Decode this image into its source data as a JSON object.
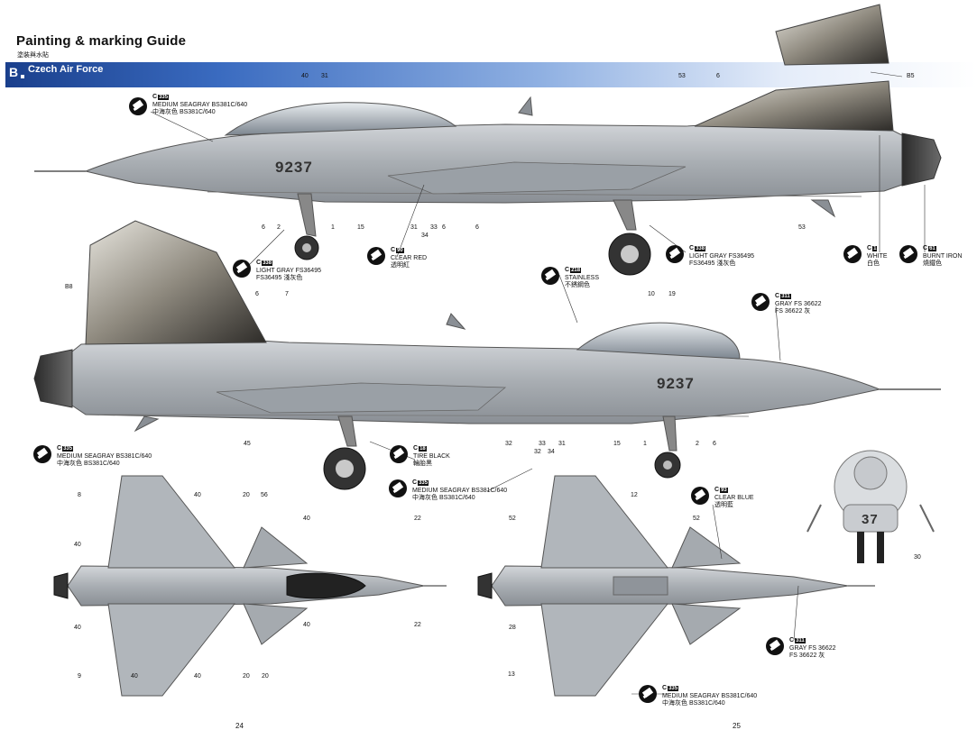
{
  "header": {
    "title": "Painting & marking Guide",
    "subtitle": "塗裝與水貼",
    "section_letter": "B",
    "section_name": "Czech Air Force"
  },
  "tail_numbers": {
    "side_top": "9237",
    "side_bottom": "9237",
    "front": "37"
  },
  "callouts": [
    {
      "id": "c1",
      "code": "C",
      "codenum": "335",
      "lines": [
        "MEDIUM SEAGRAY BS381C/640",
        "中海灰色 BS381C/640"
      ]
    },
    {
      "id": "c2",
      "code": "C",
      "codenum": "338",
      "lines": [
        "LIGHT GRAY FS36495",
        "FS36495 淺灰色"
      ]
    },
    {
      "id": "c3",
      "code": "C",
      "codenum": "90",
      "lines": [
        "CLEAR RED",
        "透明紅"
      ]
    },
    {
      "id": "c4",
      "code": "C",
      "codenum": "338",
      "lines": [
        "LIGHT GRAY FS36495",
        "FS36495 淺灰色"
      ]
    },
    {
      "id": "c5",
      "code": "C",
      "codenum": "1",
      "lines": [
        "WHITE",
        "白色"
      ]
    },
    {
      "id": "c6",
      "code": "C",
      "codenum": "61",
      "lines": [
        "BURNT IRON",
        "燒鐵色"
      ]
    },
    {
      "id": "c7",
      "code": "C",
      "codenum": "218",
      "lines": [
        "STAINLESS",
        "不銹鋼色"
      ]
    },
    {
      "id": "c8",
      "code": "C",
      "codenum": "311",
      "lines": [
        "GRAY FS 36622",
        "FS 36622 灰"
      ]
    },
    {
      "id": "c9",
      "code": "C",
      "codenum": "335",
      "lines": [
        "MEDIUM SEAGRAY BS381C/640",
        "中海灰色 BS381C/640"
      ]
    },
    {
      "id": "c10",
      "code": "C",
      "codenum": "18",
      "lines": [
        "TIRE BLACK",
        "輪胎黑"
      ]
    },
    {
      "id": "c11",
      "code": "C",
      "codenum": "335",
      "lines": [
        "MEDIUM SEAGRAY BS381C/640",
        "中海灰色 BS381C/640"
      ]
    },
    {
      "id": "c12",
      "code": "C",
      "codenum": "93",
      "lines": [
        "CLEAR BLUE",
        "透明藍"
      ]
    },
    {
      "id": "c13",
      "code": "C",
      "codenum": "311",
      "lines": [
        "GRAY FS 36622",
        "FS 36622 灰"
      ]
    },
    {
      "id": "c14",
      "code": "C",
      "codenum": "335",
      "lines": [
        "MEDIUM SEAGRAY BS381C/640",
        "中海灰色 BS381C/640"
      ]
    }
  ],
  "labels": [
    "40",
    "31",
    "53",
    "6",
    "B5",
    "6",
    "2",
    "1",
    "15",
    "31",
    "33",
    "34",
    "6",
    "6",
    "53",
    "B8",
    "6",
    "7",
    "10",
    "19",
    "45",
    "32",
    "32",
    "33",
    "34",
    "31",
    "15",
    "1",
    "2",
    "6",
    "8",
    "40",
    "20",
    "56",
    "40",
    "22",
    "40",
    "40",
    "40",
    "40",
    "20",
    "22",
    "9",
    "40",
    "20",
    "12",
    "52",
    "52",
    "28",
    "13",
    "30"
  ],
  "page_numbers": [
    "24",
    "25"
  ],
  "colors": {
    "airframe": "#a9aeb3",
    "airframe_light": "#c7cbcf",
    "airframe_dark": "#7b8087",
    "banner": "#1a3f8c"
  }
}
